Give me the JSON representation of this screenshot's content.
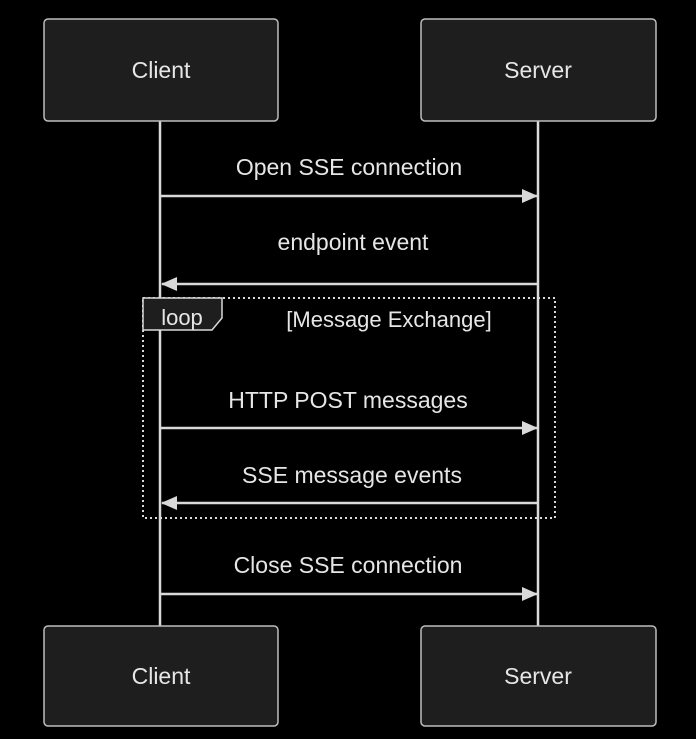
{
  "colors": {
    "background": "#000000",
    "box_fill": "#1e1e1e",
    "box_stroke": "#bdbdbd",
    "line": "#d9d9d9",
    "text": "#e6e6e6"
  },
  "participants": {
    "client": "Client",
    "server": "Server"
  },
  "messages": [
    {
      "label": "Open SSE connection",
      "from": "client",
      "to": "server"
    },
    {
      "label": "endpoint event",
      "from": "server",
      "to": "client"
    },
    {
      "label": "HTTP POST messages",
      "from": "client",
      "to": "server"
    },
    {
      "label": "SSE message events",
      "from": "server",
      "to": "client"
    },
    {
      "label": "Close SSE connection",
      "from": "client",
      "to": "server"
    }
  ],
  "loop": {
    "keyword": "loop",
    "condition": "[Message Exchange]"
  }
}
